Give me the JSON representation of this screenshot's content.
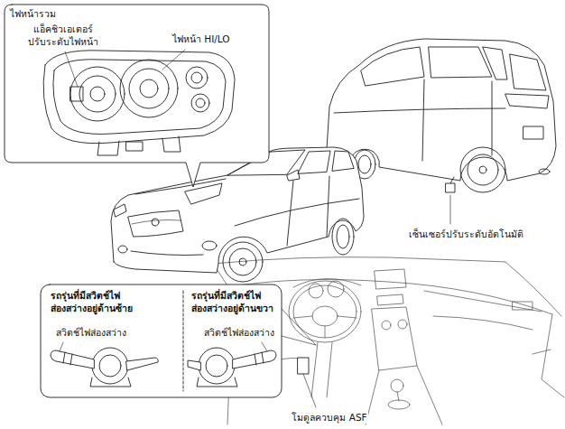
{
  "diagram": {
    "nodes": [
      {
        "text": [
          "ไฟหน้ารวม"
        ]
      },
      {
        "text": [
          "รถรุ่นที่มีสวิตช์ไฟ ส่องสว่างอยู่ด้านซ้าย",
          "สวิตช์ไฟส่องสว่าง"
        ]
      },
      {
        "text": [
          "รถรุ่นที่มีสวิตช์ไฟ ส่องสว่างอยู่ด้านขวา",
          "สวิตช์ไฟส่องสว่าง"
        ]
      }
    ],
    "labels": [
      "แอ็คชิวเอเตอร์ ปรับระดับไฟหน้า",
      "ไฟหน้า HI/LO",
      "เซ็นเซอร์ปรับระดับอัตโนมัติ",
      "โมดูลควบคุม ASF"
    ]
  }
}
